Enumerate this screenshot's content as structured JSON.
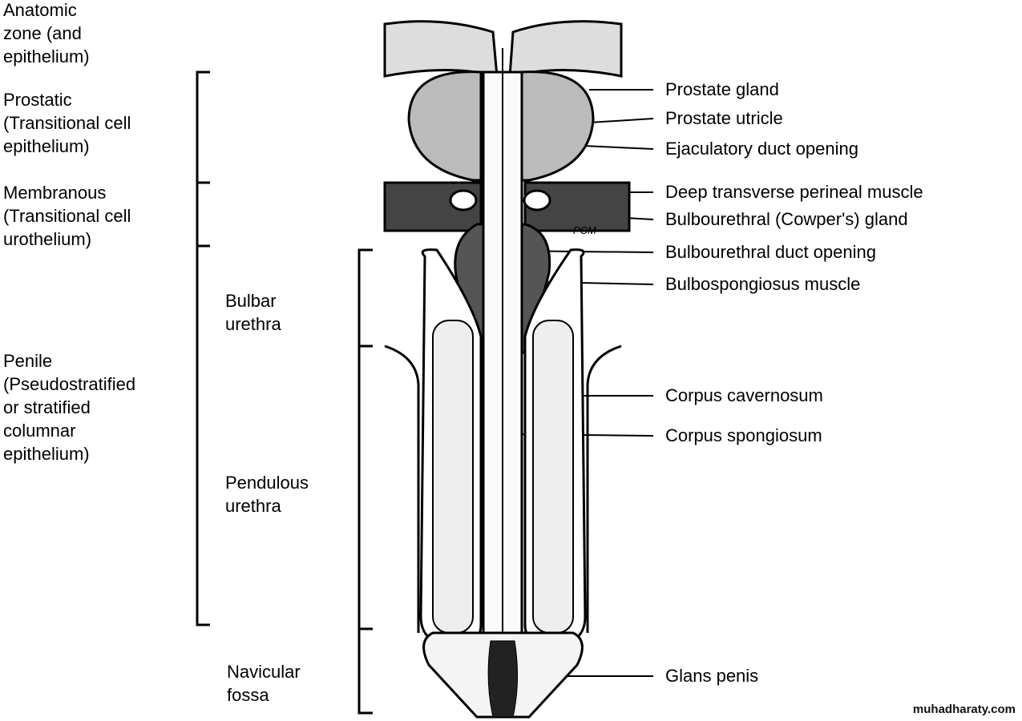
{
  "zone_labels": [
    {
      "lines": [
        "Anatomic",
        "zone (and",
        "epithelium)"
      ]
    },
    {
      "lines": [
        "Prostatic",
        "(Transitional cell",
        "epithelium)"
      ]
    },
    {
      "lines": [
        "Membranous",
        "(Transitional cell",
        "urothelium)"
      ]
    },
    {
      "lines": [
        "Penile",
        "(Pseudostratified",
        "or stratified",
        "columnar",
        "epithelium)"
      ]
    }
  ],
  "urethra_labels": [
    {
      "lines": [
        "Bulbar",
        "urethra"
      ]
    },
    {
      "lines": [
        "Pendulous",
        "urethra"
      ]
    },
    {
      "lines": [
        "Navicular",
        "fossa"
      ]
    }
  ],
  "structure_labels": [
    "Prostate gland",
    "Prostate utricle",
    "Ejaculatory duct opening",
    "Deep transverse perineal muscle",
    "Bulbourethral (Cowper's) gland",
    "Bulbourethral duct opening",
    "Bulbospongiosus muscle",
    "Corpus cavernosum",
    "Corpus spongiosum",
    "Glans penis"
  ],
  "artist_signature": "PCM",
  "watermark": "muhadharaty.com"
}
